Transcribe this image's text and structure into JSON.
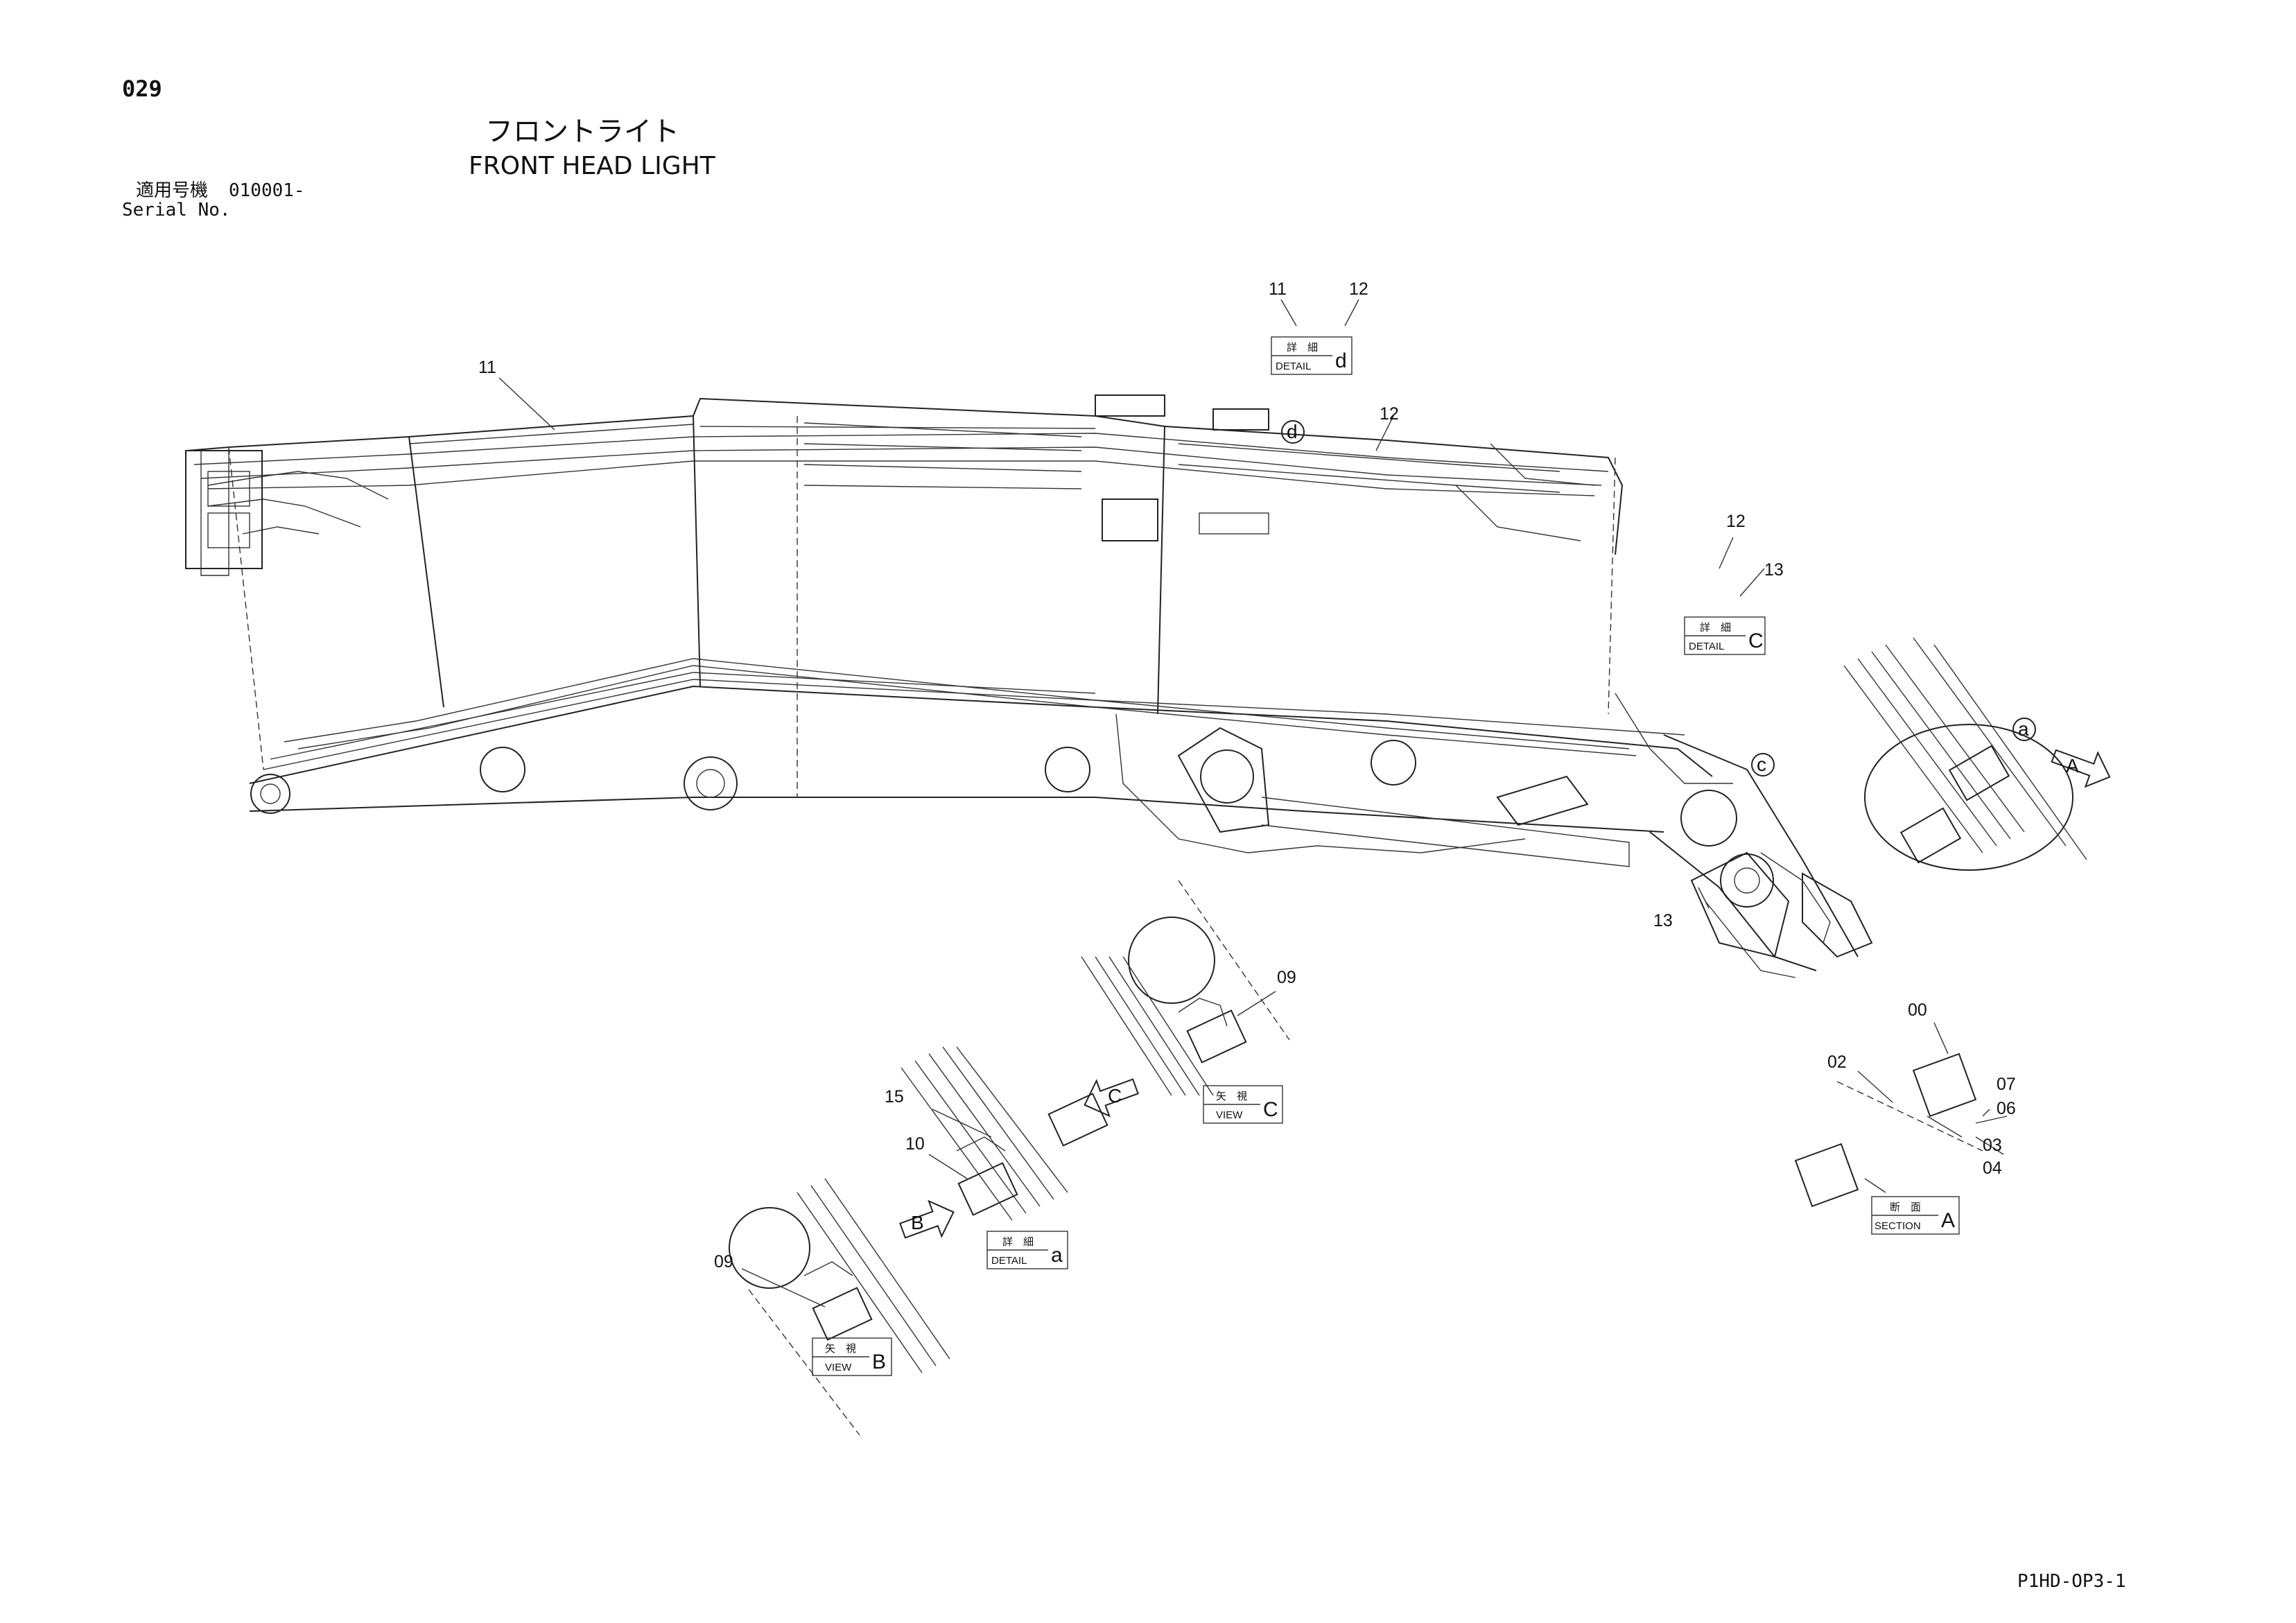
{
  "page": {
    "number": "029",
    "title_ja": "フロントライト",
    "title_en": "FRONT HEAD LIGHT",
    "serial_label_ja": "適用号機",
    "serial_value": "010001-",
    "serial_label_en": "Serial No.",
    "drawing_code": "P1HD-OP3-1"
  },
  "callouts": {
    "top_11": "11",
    "top_12": "12",
    "mid_11": "11",
    "mid_12": "12",
    "c_12": "12",
    "c_13": "13",
    "bot_13": "13",
    "view_c_09": "09",
    "det_15": "15",
    "det_10": "10",
    "view_b_09": "09",
    "sec_00": "00",
    "sec_02": "02",
    "sec_07": "07",
    "sec_06": "06",
    "sec_03": "03",
    "sec_04": "04"
  },
  "detail_boxes": {
    "detail_d": {
      "ja": "詳　細",
      "en": "DETAIL",
      "letter": "d"
    },
    "detail_c": {
      "ja": "詳　細",
      "en": "DETAIL",
      "letter": "C"
    },
    "view_c": {
      "ja": "矢　視",
      "en": "VIEW",
      "letter": "C"
    },
    "detail_a": {
      "ja": "詳　細",
      "en": "DETAIL",
      "letter": "a"
    },
    "view_b": {
      "ja": "矢　視",
      "en": "VIEW",
      "letter": "B"
    },
    "section_a": {
      "ja": "断　面",
      "en": "SECTION",
      "letter": "A"
    }
  },
  "markers": {
    "circle_d": "d",
    "circle_c": "c",
    "circle_a": "a",
    "arrow_a": "A",
    "arrow_b": "B",
    "arrow_c": "C"
  }
}
